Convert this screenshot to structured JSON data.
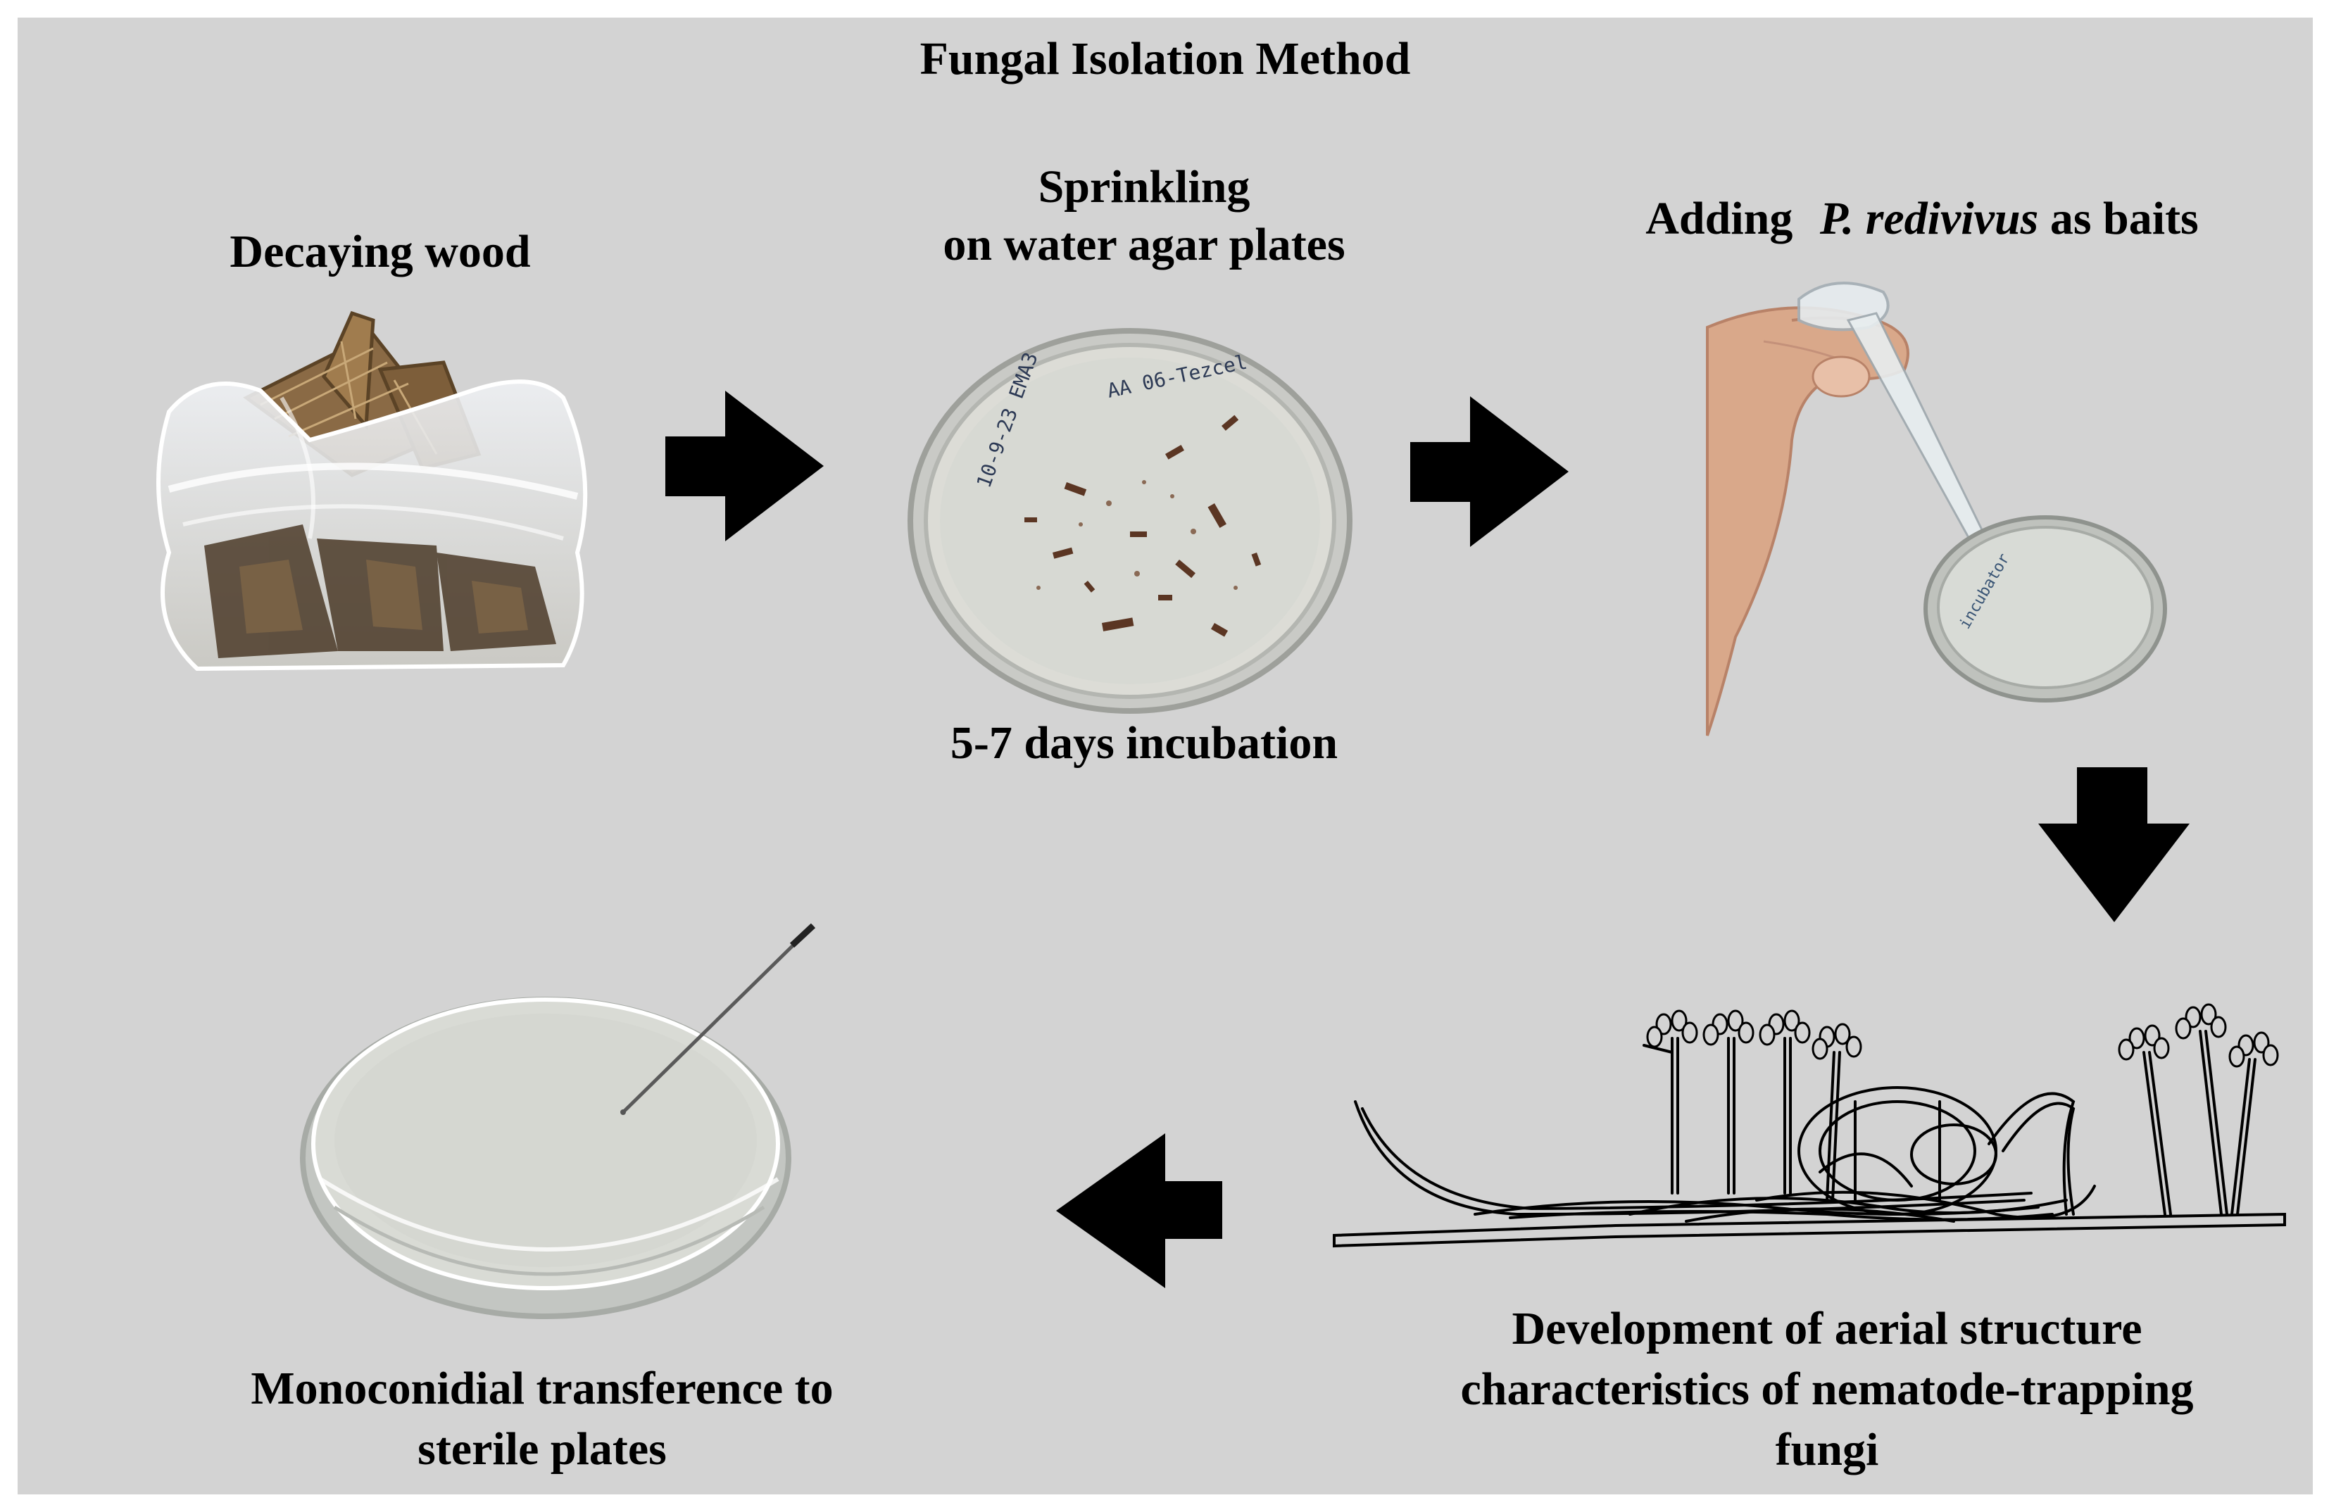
{
  "title": "Fungal Isolation Method",
  "steps": {
    "decaying_wood": "Decaying wood",
    "sprinkling_line1": "Sprinkling",
    "sprinkling_line2": "on water agar plates",
    "incubation": "5-7 days incubation",
    "adding_prefix": "Adding",
    "adding_species": "P. redivivus",
    "adding_suffix": "as baits",
    "development_line1": "Development of aerial structure",
    "development_line2": "characteristics of nematode-trapping",
    "development_line3": "fungi",
    "transfer_line1": "Monoconidial transference to",
    "transfer_line2": "sterile plates"
  },
  "plate_marking": "AA 06-Tezcel 10-9-23 EMA3",
  "colors": {
    "panel": "#d3d3d3",
    "arrow": "#000000",
    "agar": "#d9dbd5"
  }
}
